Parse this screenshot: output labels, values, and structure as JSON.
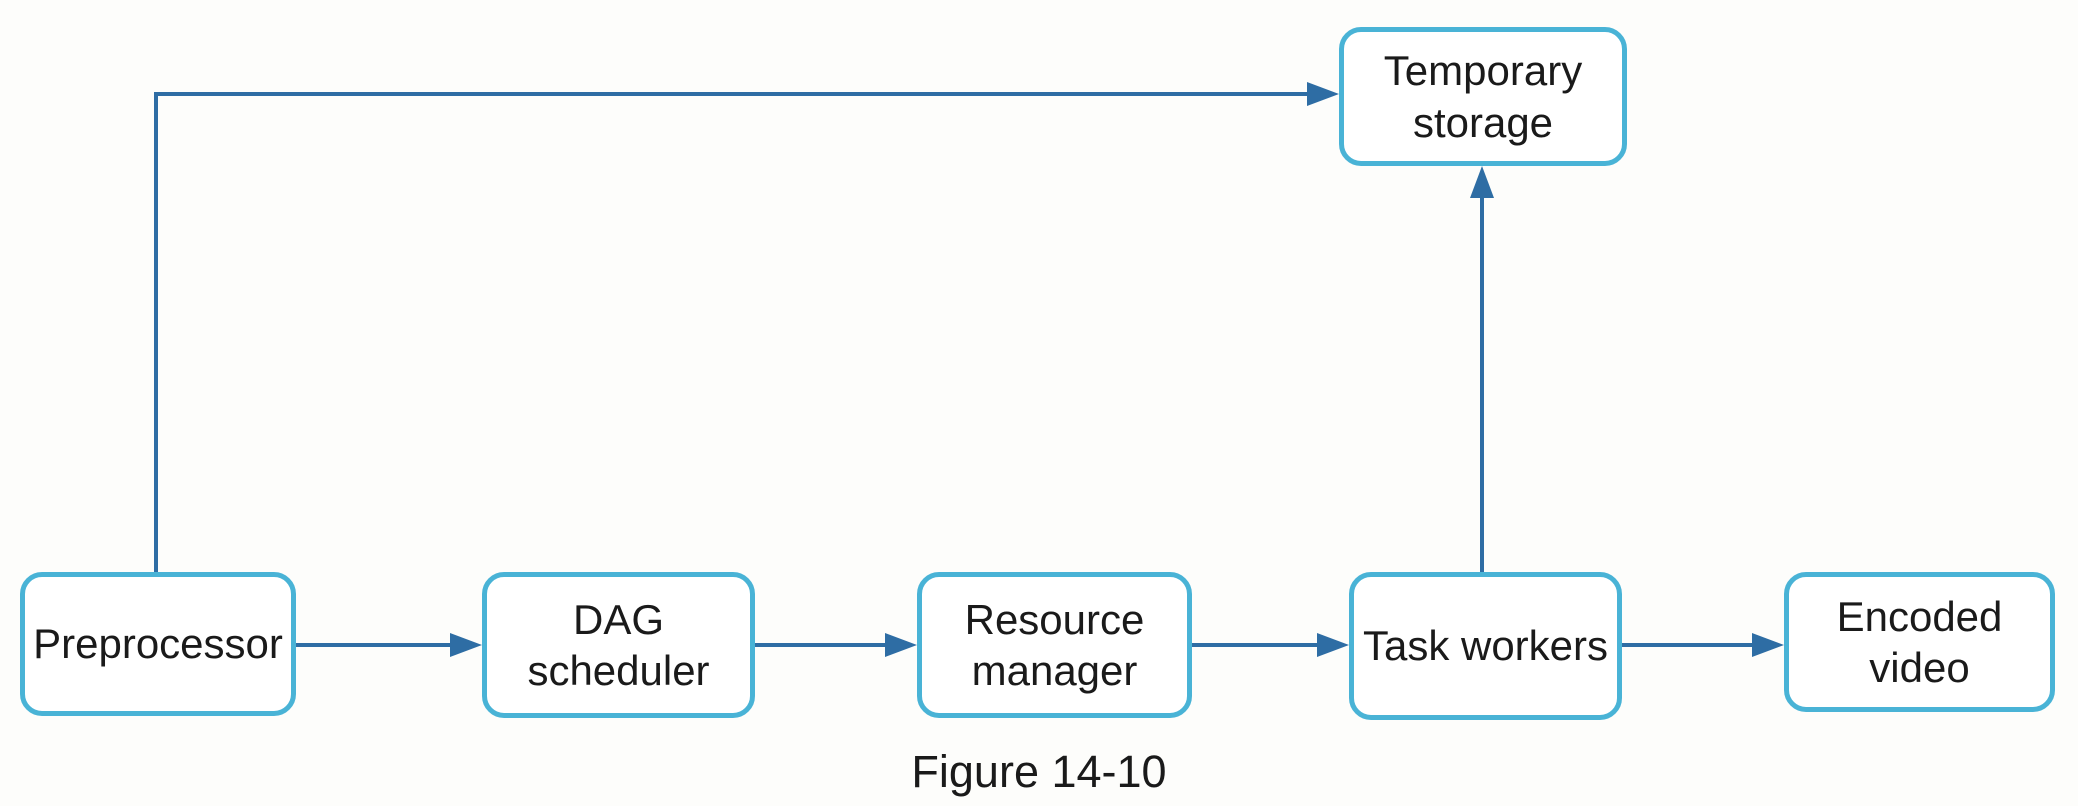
{
  "figure": {
    "caption": "Figure 14-10"
  },
  "diagram": {
    "nodes": [
      {
        "id": "preprocessor",
        "label": "Preprocessor"
      },
      {
        "id": "dag-scheduler",
        "label": "DAG\nscheduler"
      },
      {
        "id": "resource-manager",
        "label": "Resource\nmanager"
      },
      {
        "id": "task-workers",
        "label": "Task workers"
      },
      {
        "id": "encoded-video",
        "label": "Encoded\nvideo"
      },
      {
        "id": "temporary-storage",
        "label": "Temporary\nstorage"
      }
    ],
    "edges": [
      {
        "from": "Preprocessor",
        "to": "DAG scheduler"
      },
      {
        "from": "DAG scheduler",
        "to": "Resource manager"
      },
      {
        "from": "Resource manager",
        "to": "Task workers"
      },
      {
        "from": "Task workers",
        "to": "Encoded video"
      },
      {
        "from": "Preprocessor",
        "to": "Temporary storage"
      },
      {
        "from": "Task workers",
        "to": "Temporary storage"
      }
    ],
    "colors": {
      "node_border": "#49b3d6",
      "node_fill": "#ffffff",
      "arrow": "#2e6da4",
      "text": "#1a1a1a",
      "background": "#fdfdfb"
    }
  }
}
